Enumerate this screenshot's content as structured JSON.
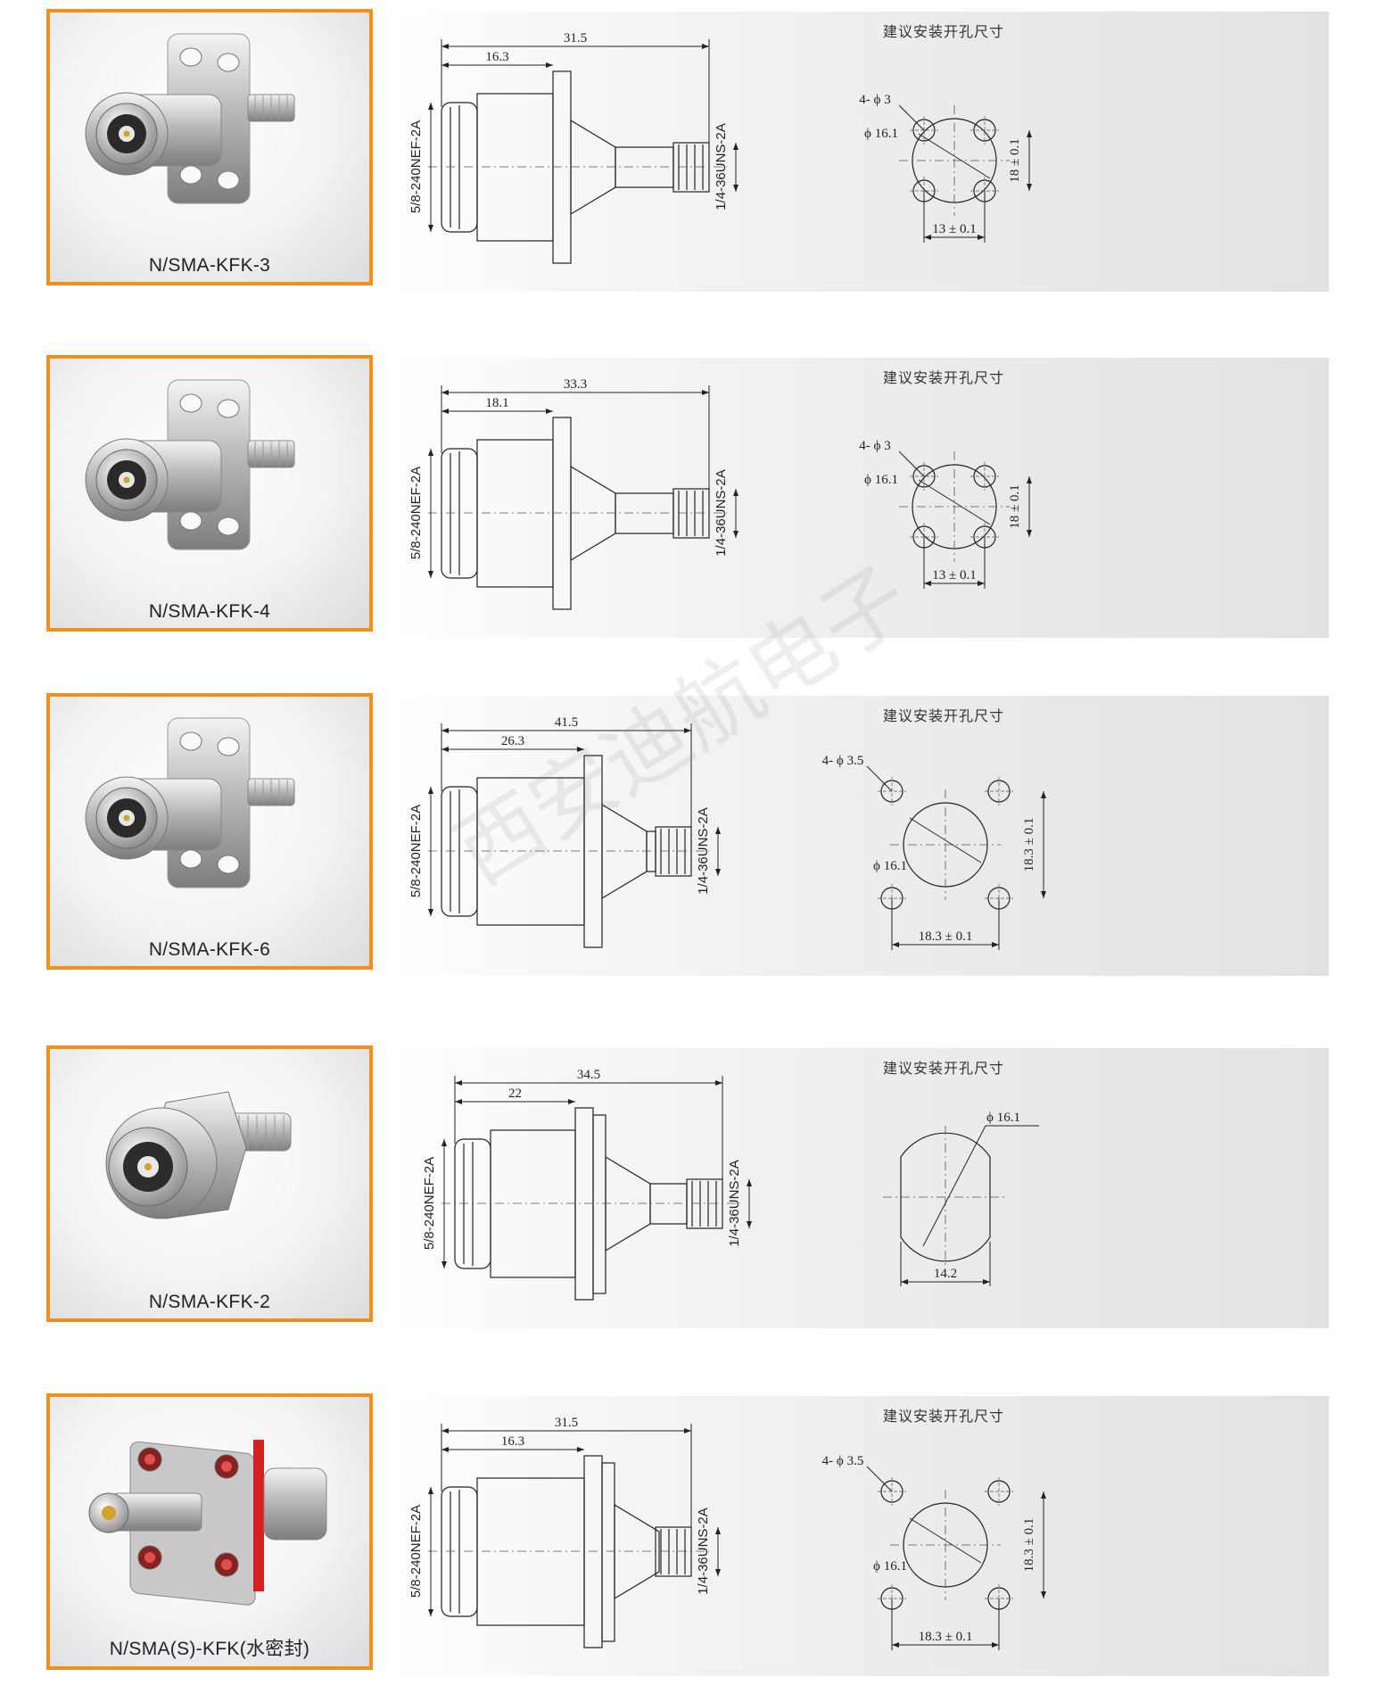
{
  "hole_title": "建议安装开孔尺寸",
  "watermark": "西安迪航电子",
  "products": [
    {
      "caption": "N/SMA-KFK-3",
      "dim_total": "31.5",
      "dim_front": "16.3",
      "thread_left": "5/8-240NEF-2A",
      "thread_right": "1/4-36UNS-2A",
      "hole_count": "4- ϕ 3",
      "hole_center": "ϕ 16.1",
      "hole_v": "18 ± 0.1",
      "hole_h": "13 ± 0.1",
      "variant": "square",
      "seal": false
    },
    {
      "caption": "N/SMA-KFK-4",
      "dim_total": "33.3",
      "dim_front": "18.1",
      "thread_left": "5/8-240NEF-2A",
      "thread_right": "1/4-36UNS-2A",
      "hole_count": "4- ϕ 3",
      "hole_center": "ϕ 16.1",
      "hole_v": "18 ± 0.1",
      "hole_h": "13 ± 0.1",
      "variant": "square",
      "seal": false
    },
    {
      "caption": "N/SMA-KFK-6",
      "dim_total": "41.5",
      "dim_front": "26.3",
      "thread_left": "5/8-240NEF-2A",
      "thread_right": "1/4-36UNS-2A",
      "hole_count": "4- ϕ 3.5",
      "hole_center": "ϕ 16.1",
      "hole_v": "18.3 ± 0.1",
      "hole_h": "18.3 ± 0.1",
      "variant": "wide",
      "seal": false
    },
    {
      "caption": "N/SMA-KFK-2",
      "dim_total": "34.5",
      "dim_front": "22",
      "thread_left": "5/8-240NEF-2A",
      "thread_right": "1/4-36UNS-2A",
      "hole_center": "ϕ 16.1",
      "hole_h": "14.2",
      "variant": "d-cut",
      "seal": false
    },
    {
      "caption": "N/SMA(S)-KFK(水密封)",
      "dim_total": "31.5",
      "dim_front": "16.3",
      "thread_left": "5/8-240NEF-2A",
      "thread_right": "1/4-36UNS-2A",
      "hole_count": "4- ϕ 3.5",
      "hole_center": "ϕ 16.1",
      "hole_v": "18.3 ± 0.1",
      "hole_h": "18.3 ± 0.1",
      "variant": "wide",
      "seal": true
    }
  ],
  "colors": {
    "frame": "#f0901e",
    "seal": "#d42020",
    "line": "#222222"
  }
}
